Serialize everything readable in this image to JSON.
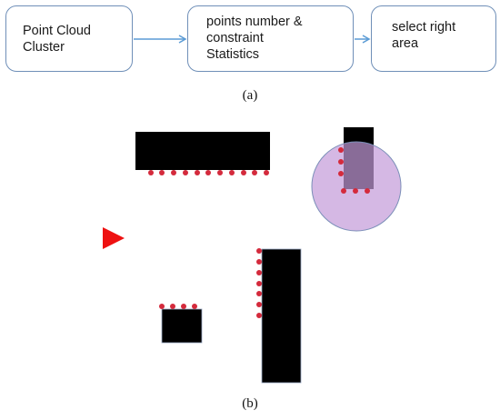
{
  "flowchart": {
    "steps": [
      {
        "label": "Point Cloud\nCluster"
      },
      {
        "label": "points number &\nconstraint\nStatistics"
      },
      {
        "label": "select right\narea"
      }
    ]
  },
  "captions": {
    "a": "(a)",
    "b": "(b)"
  },
  "colors": {
    "box_border": "#6f8fb8",
    "arrow": "#5b9bd5",
    "obstacle": "#000000",
    "point": "#d42a3c",
    "selection_area": "#c39ad8",
    "robot": "#ee1111"
  },
  "icons": {
    "robot": "red-triangle-icon"
  }
}
